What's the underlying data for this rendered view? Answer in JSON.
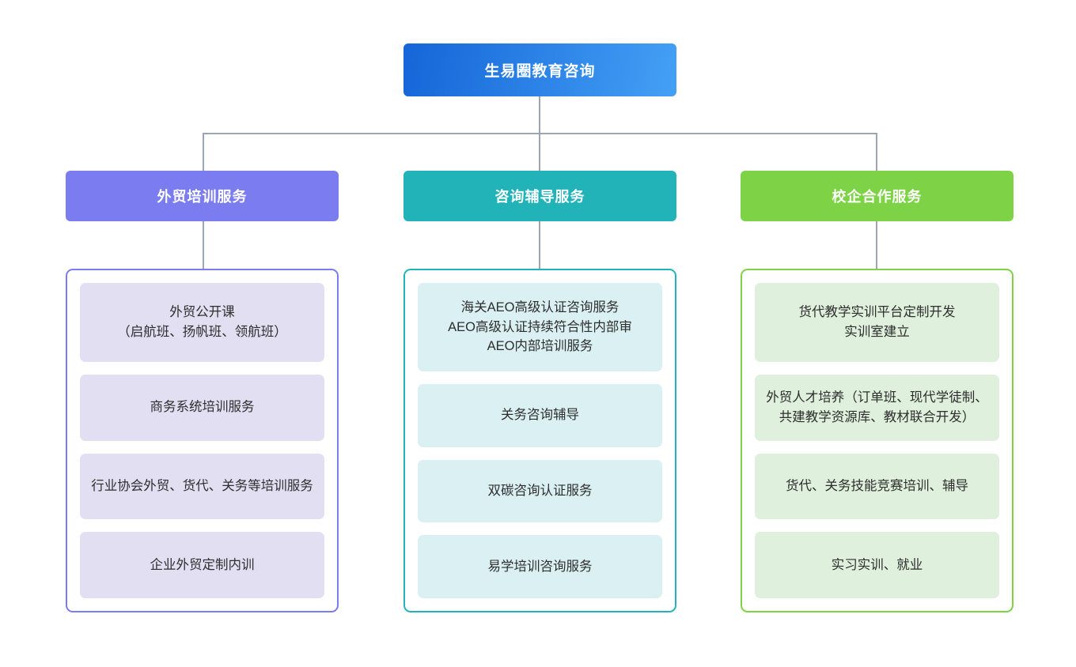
{
  "diagram": {
    "type": "organizational-hierarchy",
    "root": {
      "label": "生易圈教育咨询",
      "color_start": "#1565d8",
      "color_end": "#44a0f5"
    },
    "connector_color": "#9aa7b3",
    "branches": [
      {
        "label": "外贸培训服务",
        "color": "#7b7cf0",
        "chip_color": "#e2dff3",
        "items": [
          "外贸公开课\n（启航班、扬帆班、领航班）",
          "商务系统培训服务",
          "行业协会外贸、货代、关务等培训服务",
          "企业外贸定制内训"
        ]
      },
      {
        "label": "咨询辅导服务",
        "color": "#21b3b8",
        "chip_color": "#daf0f2",
        "items": [
          "海关AEO高级认证咨询服务\nAEO高级认证持续符合性内部审\nAEO内部培训服务",
          "关务咨询辅导",
          "双碳咨询认证服务",
          "易学培训咨询服务"
        ]
      },
      {
        "label": "校企合作服务",
        "color": "#7dd245",
        "chip_color": "#dff0dd",
        "items": [
          "货代教学实训平台定制开发\n实训室建立",
          "外贸人才培养（订单班、现代学徒制、共建教学资源库、教材联合开发）",
          "货代、关务技能竞赛培训、辅导",
          "实习实训、就业"
        ]
      }
    ]
  }
}
